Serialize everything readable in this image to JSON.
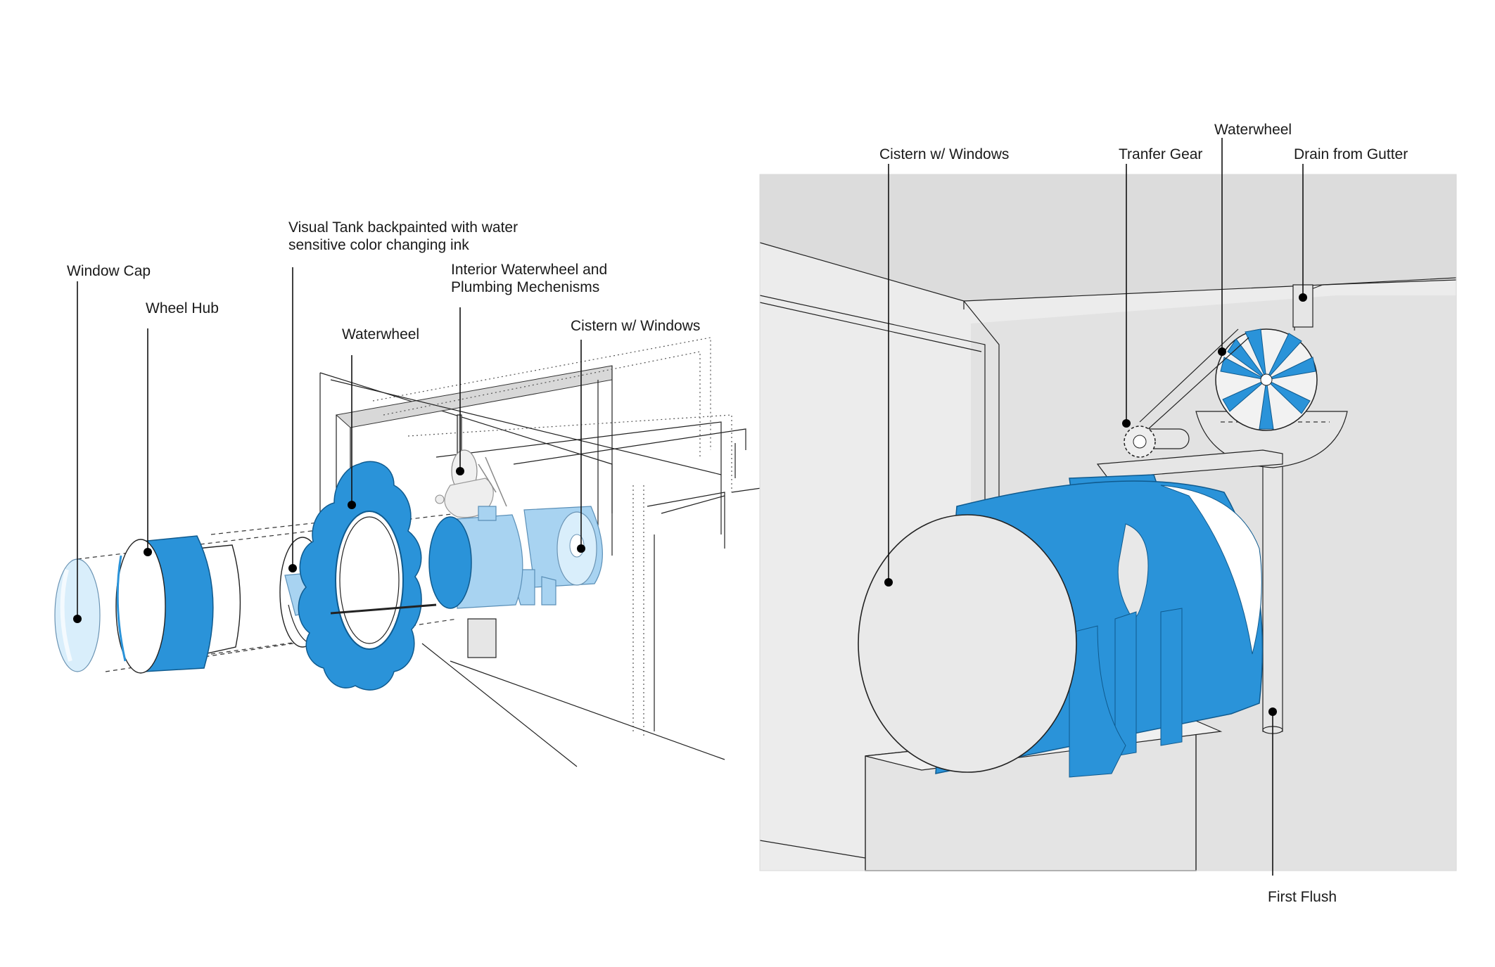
{
  "exploded_view": {
    "labels": {
      "window_cap": "Window Cap",
      "wheel_hub": "Wheel Hub",
      "visual_tank_line1": "Visual Tank backpainted with water",
      "visual_tank_line2": "sensitive color changing ink",
      "waterwheel": "Waterwheel",
      "interior_line1": "Interior Waterwheel and",
      "interior_line2": "Plumbing Mechenisms",
      "cistern": "Cistern w/ Windows"
    }
  },
  "interior_view": {
    "labels": {
      "cistern": "Cistern w/ Windows",
      "transfer_gear": "Tranfer Gear",
      "waterwheel": "Waterwheel",
      "drain": "Drain from Gutter",
      "first_flush": "First Flush"
    }
  },
  "colors": {
    "accent_blue": "#2a93d9",
    "light_blue": "#a8d3f1",
    "room_grey": "#e6e6e6"
  }
}
